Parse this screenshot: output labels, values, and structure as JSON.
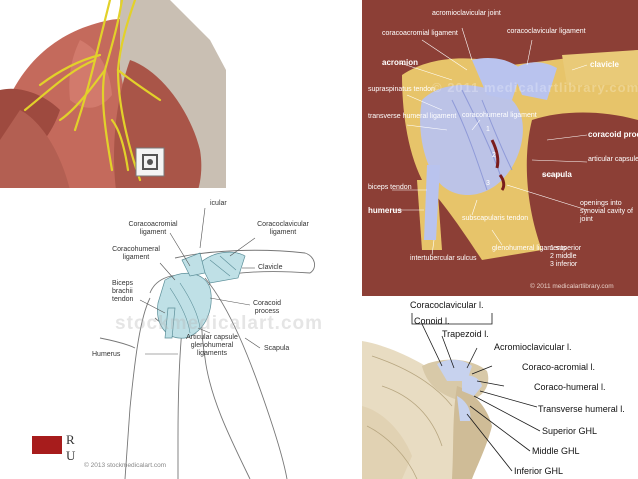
{
  "panel_b": {
    "labels": {
      "acromioclavicular_joint": "acromioclavicular joint",
      "coracoacromial_ligament": "coracoacromial ligament",
      "coracoclavicular_ligament": "coracoclavicular ligament",
      "acromion": "acromion",
      "clavicle": "clavicle",
      "supraspinatus_tendon": "supraspinatus tendon",
      "transverse_humeral_ligament": "transverse humeral ligament",
      "coracohumeral_ligament": "coracohumeral ligament",
      "coracoid_process": "coracoid process",
      "articular_capsule": "articular capsule",
      "scapula": "scapula",
      "biceps_tendon": "biceps tendon",
      "humerus": "humerus",
      "openings": "openings into synovial cavity of joint",
      "subscapularis_tendon": "subscapularis tendon",
      "intertubercular_sulcus": "intertubercular sulcus",
      "glenohumeral_ligaments": "glenohumeral ligaments",
      "num_1": "1",
      "num_2": "2",
      "num_3": "3",
      "gl_1": "1 superior",
      "gl_2": "2 middle",
      "gl_3": "3 inferior",
      "copyright": "© 2011 medicalartlibrary.com",
      "watermark": "© 2011 medicalartlibrary.com"
    }
  },
  "panel_c": {
    "labels": {
      "icular": "icular",
      "coracoacromial_ligament": "Coracoacromial ligament",
      "coracoclavicular_ligament": "Coracoclavicular ligament",
      "coracohumeral_ligament": "Coracohumeral ligament",
      "clavicle": "Clavicle",
      "biceps_brachii_tendon": "Biceps brachii tendon",
      "coracoid_process": "Coracoid process",
      "articular_capsule": "Articular capsule glenohumeral ligaments",
      "humerus": "Humerus",
      "scapula": "Scapula",
      "logo_r": "R",
      "logo_u": "U",
      "copyright": "© 2013 stockmedicalart.com",
      "watermark": "stockmedicalart.com"
    }
  },
  "panel_d": {
    "labels": {
      "coracoclavicular": "Coracoclavicular l.",
      "conoid": "Conoid l.",
      "trapezoid": "Trapezoid l.",
      "acromioclavicular": "Acromioclavicular l.",
      "coraco_acromial": "Coraco-acromial l.",
      "coraco_humeral": "Coraco-humeral l.",
      "transverse_humeral": "Transverse humeral l.",
      "superior_ghl": "Superior GHL",
      "middle_ghl": "Middle GHL",
      "inferior_ghl": "Inferior GHL"
    }
  },
  "colors": {
    "panel_b_bg": "#8c3f36",
    "ligament_blue": "#b9c3ee",
    "bone": "#e7c46a",
    "muscle": "#b5584b",
    "nerve": "#e2d12a"
  }
}
